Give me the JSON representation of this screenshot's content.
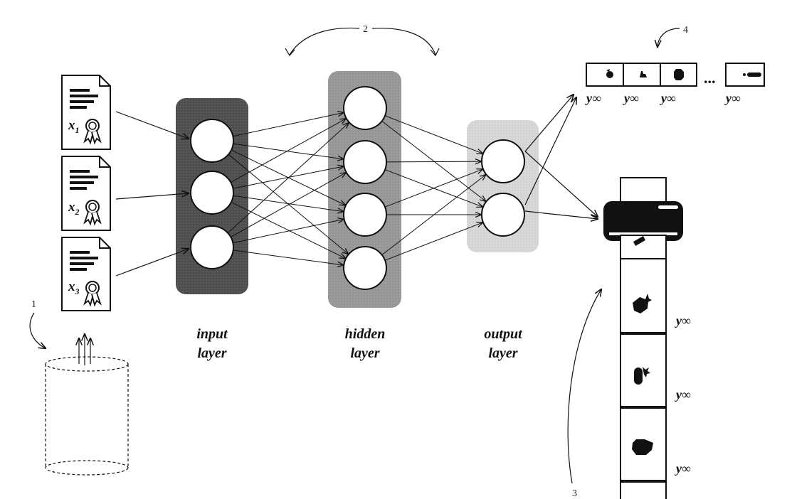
{
  "markers": {
    "database": "1",
    "training_loop": "2",
    "output_strip": "3",
    "output_tiles": "4"
  },
  "layers": {
    "input": {
      "line1": "input",
      "line2": "layer",
      "color": "#5a5a5a",
      "nodes": 3
    },
    "hidden": {
      "line1": "hidden",
      "line2": "layer",
      "color": "#9a9a9a",
      "nodes": 4
    },
    "output": {
      "line1": "output",
      "line2": "layer",
      "color": "#d6d6d6",
      "nodes": 2
    }
  },
  "documents": [
    {
      "var": "x",
      "sub": "1"
    },
    {
      "var": "x",
      "sub": "2"
    },
    {
      "var": "x",
      "sub": "3"
    }
  ],
  "top_strip": {
    "labels": [
      "y∞",
      "y∞",
      "y∞",
      "y∞"
    ],
    "ellipsis": "..."
  },
  "vertical_strip": {
    "labels": [
      "y∞",
      "y∞",
      "y∞"
    ]
  },
  "icons": [
    "document-icon",
    "award-ribbon-icon",
    "database-icon",
    "printer-icon"
  ]
}
